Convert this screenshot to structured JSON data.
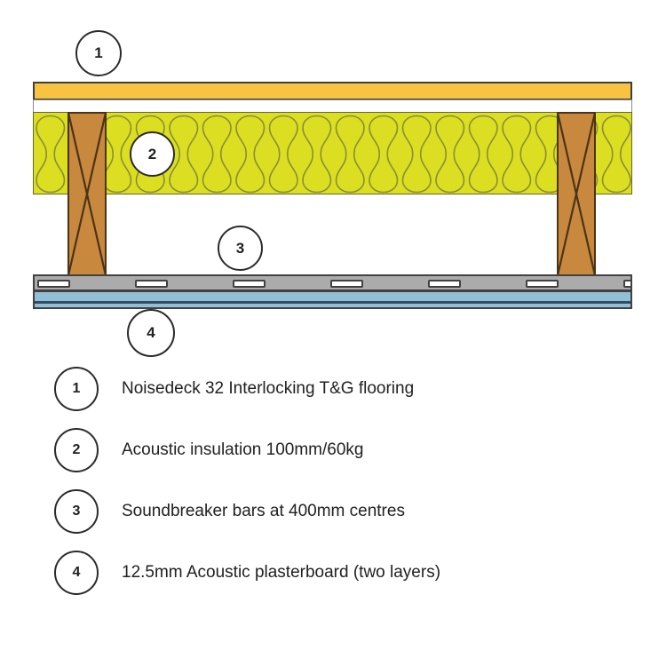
{
  "diagram": {
    "callouts": [
      "1",
      "2",
      "3",
      "4"
    ]
  },
  "legend": {
    "items": [
      {
        "number": "1",
        "label": "Noisedeck 32 Interlocking T&G flooring"
      },
      {
        "number": "2",
        "label": "Acoustic insulation 100mm/60kg"
      },
      {
        "number": "3",
        "label": "Soundbreaker bars at 400mm centres"
      },
      {
        "number": "4",
        "label": "12.5mm Acoustic plasterboard (two layers)"
      }
    ]
  },
  "colors": {
    "flooring_board": "#F7C341",
    "insulation_fill": "#DCDF21",
    "insulation_lines": "#8B8D35",
    "joist": "#C8883E",
    "soundbreaker_bar": "#ABABAB",
    "plasterboard": "#92BFD5",
    "plasterboard_joint": "#2e4f63",
    "outline": "#414141",
    "text": "#212121"
  }
}
